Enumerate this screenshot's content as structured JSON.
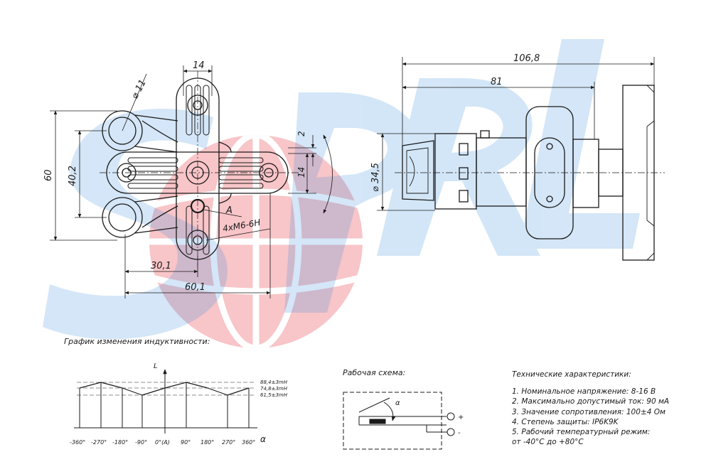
{
  "watermark": {
    "text": "SPRL",
    "colors": {
      "letters": "#3d8fdc",
      "globe": "#e8323c"
    }
  },
  "front_view": {
    "dims": {
      "d11": "⌀ 11",
      "d14_top": "14",
      "d60": "60",
      "d40_2": "40,2",
      "d2": "2",
      "d14_side": "14",
      "d30_1": "30,1",
      "d60_1": "60,1",
      "label_a": "A",
      "thread": "4хМ6-6Н"
    }
  },
  "side_view": {
    "dims": {
      "d106_8": "106,8",
      "d81": "81",
      "d34_5": "⌀ 34,5"
    }
  },
  "inductance_graph": {
    "title": "График изменения индуктивности:",
    "axis_y": "L",
    "axis_x": "α",
    "ticks": [
      "-360°",
      "-270°",
      "-180°",
      "-90°",
      "0°(A)",
      "90°",
      "180°",
      "270°",
      "360°"
    ],
    "levels": [
      "88,4±3mH",
      "74,8±3mH",
      "61,5±3mH"
    ]
  },
  "scheme": {
    "title": "Рабочая схема:",
    "angle": "α",
    "plus": "+",
    "minus": "-"
  },
  "specs": {
    "title": "Технические характеристики:",
    "items": [
      "1. Номинальное напряжение: 8-16 В",
      "2. Максимально допустимый ток: 90 мА",
      "3. Значение сопротивления: 100±4 Ом",
      "4. Степень защиты: IP6K9K",
      "5. Рабочий температурный режим:",
      "от -40°С до +80°С"
    ]
  }
}
